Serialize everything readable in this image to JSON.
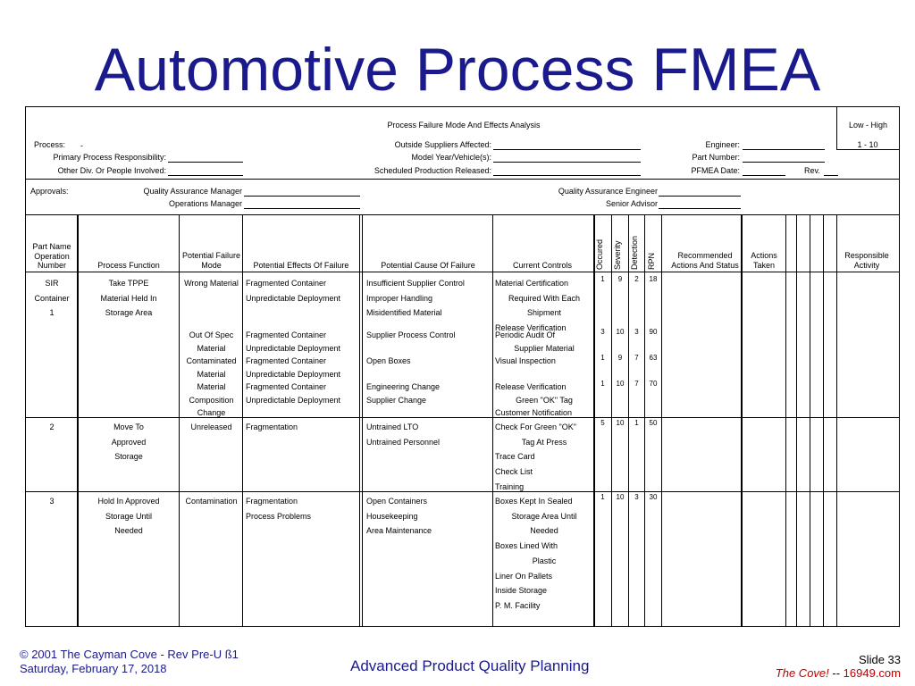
{
  "title": "Automotive Process FMEA",
  "form": {
    "heading": "Process Failure Mode And Effects Analysis",
    "low_high": "Low - High",
    "low_high_range": "1 - 10",
    "process_label": "Process:",
    "process_value": "-",
    "primary_resp_label": "Primary Process Responsibility:",
    "other_div_label": "Other Div. Or People Involved:",
    "outside_suppliers_label": "Outside Suppliers Affected:",
    "model_year_label": "Model Year/Vehicle(s):",
    "sched_prod_label": "Scheduled Production Released:",
    "engineer_label": "Engineer:",
    "part_number_label": "Part Number:",
    "pfmea_date_label": "PFMEA Date:",
    "rev_label": "Rev.",
    "approvals_label": "Approvals:",
    "qa_manager_label": "Quality Assurance Manager",
    "ops_manager_label": "Operations Manager",
    "qa_engineer_label": "Quality Assurance Engineer",
    "senior_advisor_label": "Senior Advisor"
  },
  "columns": {
    "part_name": [
      "Part Name",
      "Operation",
      "Number"
    ],
    "process_function": "Process Function",
    "failure_mode": [
      "Potential Failure",
      "Mode"
    ],
    "effects": "Potential Effects Of Failure",
    "cause": "Potential Cause Of Failure",
    "controls": "Current Controls",
    "occurrence": "Occured",
    "severity": "Severity",
    "detection": "Detection",
    "rpn": "RPN",
    "recommended": [
      "Recommended",
      "Actions And Status"
    ],
    "actions_taken": [
      "Actions",
      "Taken"
    ],
    "responsible": [
      "Responsible",
      "Activity"
    ]
  },
  "rows": [
    {
      "part": [
        "SIR",
        "Container",
        "1"
      ],
      "func": [
        "Take TPPE",
        "Material Held In",
        "Storage Area"
      ],
      "mode": [
        "Wrong Material"
      ],
      "effects": [
        "Fragmented Container",
        "Unpredictable Deployment"
      ],
      "cause": [
        "Insufficient Supplier Control",
        "Improper Handling",
        "Misidentified Material"
      ],
      "controls": [
        "Material Certification",
        "Required With Each",
        "Shipment",
        "Release Verification"
      ],
      "occ": "1",
      "sev": "9",
      "det": "2",
      "rpn": "18"
    },
    {
      "part": [],
      "func": [],
      "mode": [
        "Out Of Spec",
        "Material"
      ],
      "effects": [
        "Fragmented Container",
        "Unpredictable Deployment"
      ],
      "cause": [
        "Supplier Process Control"
      ],
      "controls": [
        "Periodic Audit Of",
        "Supplier Material"
      ],
      "occ": "3",
      "sev": "10",
      "det": "3",
      "rpn": "90"
    },
    {
      "part": [],
      "func": [],
      "mode": [
        "Contaminated",
        "Material"
      ],
      "effects": [
        "Fragmented Container",
        "Unpredictable Deployment"
      ],
      "cause": [
        "Open Boxes"
      ],
      "controls": [
        "Visual Inspection"
      ],
      "occ": "1",
      "sev": "9",
      "det": "7",
      "rpn": "63"
    },
    {
      "part": [],
      "func": [],
      "mode": [
        "Material",
        "Composition",
        "Change"
      ],
      "effects": [
        "Fragmented Container",
        "Unpredictable Deployment"
      ],
      "cause": [
        "Engineering Change",
        "Supplier Change"
      ],
      "controls": [
        "Release Verification",
        "Green \"OK\" Tag",
        "Customer Notification"
      ],
      "occ": "1",
      "sev": "10",
      "det": "7",
      "rpn": "70"
    },
    {
      "part": [
        "2"
      ],
      "func": [
        "Move To",
        "Approved",
        "Storage"
      ],
      "mode": [
        "Unreleased"
      ],
      "effects": [
        "Fragmentation"
      ],
      "cause": [
        "Untrained LTO",
        "Untrained Personnel"
      ],
      "controls": [
        "Check For Green \"OK\"",
        "Tag At Press",
        "Trace Card",
        "Check List",
        "Training"
      ],
      "occ": "5",
      "sev": "10",
      "det": "1",
      "rpn": "50"
    },
    {
      "part": [
        "3"
      ],
      "func": [
        "Hold In Approved",
        "Storage Until",
        "Needed"
      ],
      "mode": [
        "Contamination"
      ],
      "effects": [
        "Fragmentation",
        "Process Problems"
      ],
      "cause": [
        "Open Containers",
        "Housekeeping",
        "Area Maintenance"
      ],
      "controls": [
        "Boxes Kept In Sealed",
        "Storage Area Until",
        "Needed",
        "Boxes Lined With",
        "Plastic",
        "Liner On Pallets",
        "Inside Storage",
        "P. M. Facility"
      ],
      "occ": "1",
      "sev": "10",
      "det": "3",
      "rpn": "30"
    }
  ],
  "footer": {
    "copyright": "© 2001 The Cayman Cove - Rev Pre-U ß1",
    "date": "Saturday, February 17, 2018",
    "center": "Advanced Product Quality Planning",
    "slide": "Slide 33",
    "cove_prefix": "The Cove!",
    "cove_sep": " -- ",
    "cove_site": "16949.com"
  }
}
